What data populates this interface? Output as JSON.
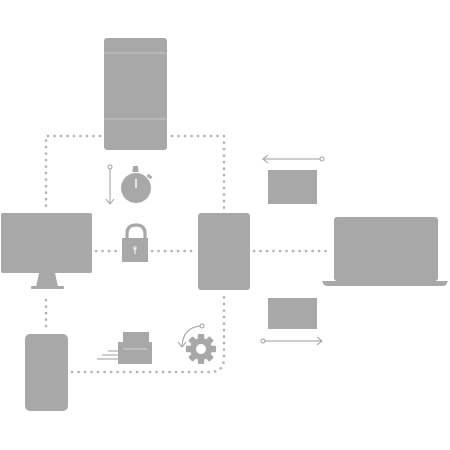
{
  "diagram": {
    "colors": {
      "device_fill": "#a8a8a8",
      "device_edge": "#9c9c9c",
      "connector": "#b3b3b3",
      "background": "#ffffff"
    },
    "nodes": [
      {
        "id": "server",
        "icon": "server-tower-icon"
      },
      {
        "id": "desktop",
        "icon": "desktop-monitor-icon"
      },
      {
        "id": "hub",
        "icon": "tablet-hub-icon"
      },
      {
        "id": "laptop",
        "icon": "laptop-icon"
      },
      {
        "id": "phone",
        "icon": "phone-icon"
      },
      {
        "id": "panel-top",
        "icon": "data-panel-icon"
      },
      {
        "id": "panel-bottom",
        "icon": "data-panel-icon"
      }
    ],
    "badges": [
      {
        "id": "stopwatch",
        "icon": "stopwatch-icon"
      },
      {
        "id": "lock",
        "icon": "lock-icon"
      },
      {
        "id": "printer",
        "icon": "printer-icon"
      },
      {
        "id": "gear",
        "icon": "gear-icon"
      }
    ],
    "arrows": [
      {
        "id": "arrow-left",
        "icon": "arrow-left-icon"
      },
      {
        "id": "arrow-right",
        "icon": "arrow-right-icon"
      },
      {
        "id": "arrow-down",
        "icon": "arrow-down-icon"
      },
      {
        "id": "arrow-curved",
        "icon": "curved-arrow-icon"
      }
    ]
  }
}
